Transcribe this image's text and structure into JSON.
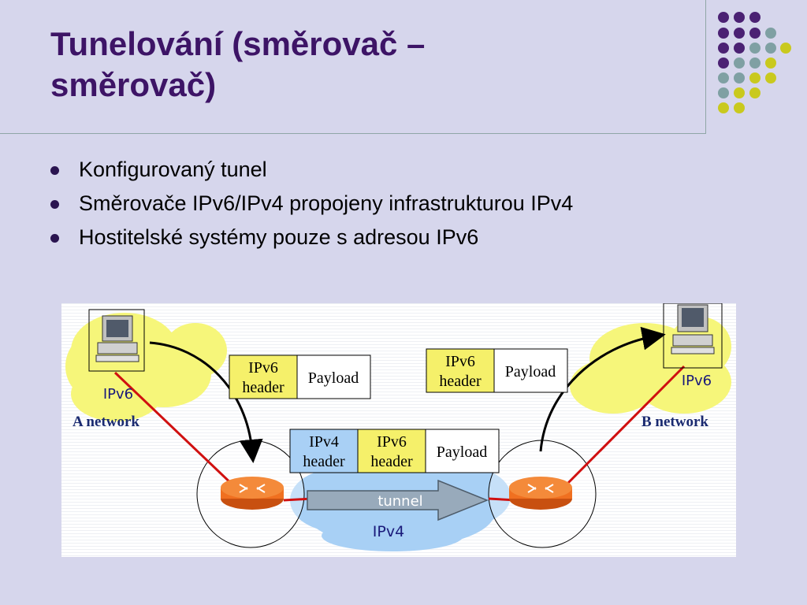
{
  "slide": {
    "title_lines": [
      "Tunelování (směrovač –",
      "směrovač)"
    ],
    "bullets": [
      "Konfigurovaný tunel",
      "Směrovače IPv6/IPv4 propojeny infrastrukturou IPv4",
      "Hostitelské systémy pouze s adresou IPv6"
    ]
  },
  "diagram": {
    "network_a_label": "A network",
    "network_b_label": "B network",
    "host_a_label": "IPv6",
    "host_b_label": "IPv6",
    "ipv4_cloud_label": "IPv4",
    "tunnel_label": "tunnel",
    "packet_a": {
      "hdr_line1": "IPv6",
      "hdr_line2": "header",
      "payload": "Payload"
    },
    "packet_b": {
      "hdr_line1": "IPv6",
      "hdr_line2": "header",
      "payload": "Payload"
    },
    "packet_tunnel": {
      "outer_line1": "IPv4",
      "outer_line2": "header",
      "inner_line1": "IPv6",
      "inner_line2": "header",
      "payload": "Payload"
    }
  },
  "colors": {
    "title": "#3d1466",
    "background": "#d6d6ec",
    "dot_purple": "#4b2173",
    "dot_teal": "#7fa0a3",
    "dot_yellow": "#c9c91e",
    "ipv6_cloud": "#f6f67a",
    "ipv4_cloud": "#a8d0f5",
    "ipv6_header": "#f5f06a",
    "ipv4_header": "#a9d0f5",
    "router": "#f07020",
    "link_red": "#d01010"
  }
}
